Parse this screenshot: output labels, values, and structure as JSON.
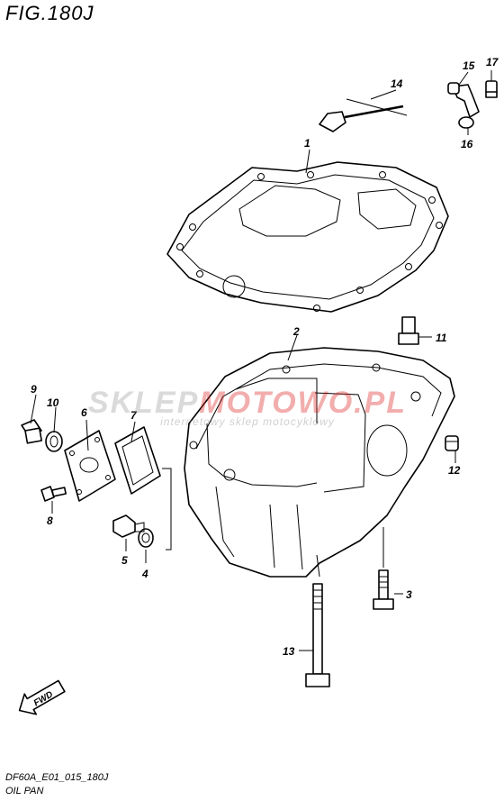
{
  "figure": {
    "title": "FIG.180J",
    "code": "DF60A_E01_015_180J",
    "name": "OIL PAN"
  },
  "watermark": {
    "main_left": "SKLEP",
    "main_right": "MOTOWO.PL",
    "sub": "internetowy sklep motocyklowy"
  },
  "fwd_label": "FWD",
  "callouts": [
    "1",
    "2",
    "3",
    "4",
    "5",
    "6",
    "7",
    "8",
    "9",
    "10",
    "11",
    "12",
    "13",
    "14",
    "15",
    "16",
    "17"
  ]
}
